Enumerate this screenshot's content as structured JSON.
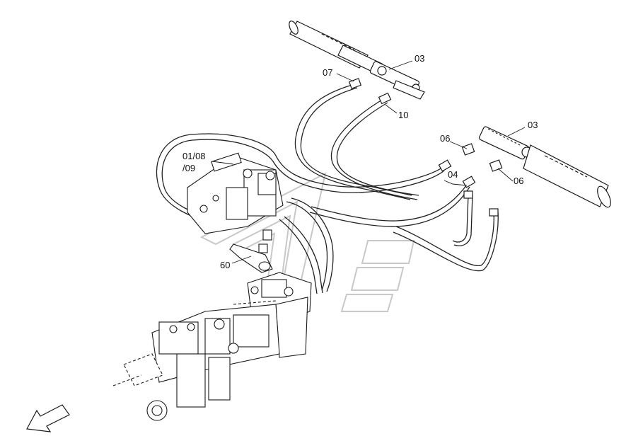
{
  "callouts": {
    "c03_top": "03",
    "c07": "07",
    "c10": "10",
    "c06_upper": "06",
    "c03_right": "03",
    "c04": "04",
    "c06_lower": "06",
    "c01_08": "01/08",
    "c09": "/09",
    "c60": "60"
  },
  "icons": {
    "direction_arrow": "arrow-down-left-icon",
    "watermark": "brand-watermark-logo"
  },
  "colors": {
    "line": "#1a1a1a",
    "hose": "#222222",
    "watermark": "#cfcfcf",
    "part_fill": "#ffffff"
  }
}
